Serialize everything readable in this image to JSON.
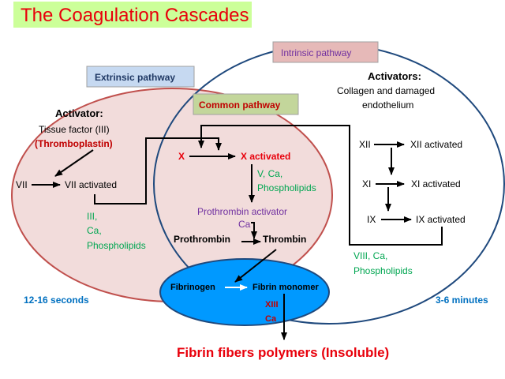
{
  "title": "The Coagulation Cascades",
  "pathways": {
    "extrinsic": "Extrinsic pathway",
    "intrinsic": "Intrinsic pathway",
    "common": "Common pathway"
  },
  "extrinsic": {
    "activator_heading": "Activator:",
    "activator_line1": "Tissue factor (III)",
    "activator_line2": "(Thromboplastin)",
    "factor": "VII",
    "factor_activated": "VII activated",
    "cofactor_1": "III,",
    "cofactor_2": "Ca,",
    "cofactor_3": "Phospholipids",
    "time": "12-16 seconds"
  },
  "intrinsic": {
    "activators_heading": "Activators:",
    "activators_line1": "Collagen and damaged",
    "activators_line2": "endothelium",
    "xii": "XII",
    "xii_activated": "XII activated",
    "xi": "XI",
    "xi_activated": "XI activated",
    "ix": "IX",
    "ix_activated": "IX activated",
    "cofactor_1": "VIII, Ca,",
    "cofactor_2": "Phospholipids",
    "time": "3-6 minutes"
  },
  "common": {
    "x": "X",
    "x_activated": "X activated",
    "cofactor_1": "V, Ca,",
    "cofactor_2": "Phospholipids",
    "prothrombin_activator": "Prothrombin activator",
    "ca": "Ca",
    "prothrombin": "Prothrombin",
    "thrombin": "Thrombin"
  },
  "fibrin": {
    "fibrinogen": "Fibrinogen",
    "fibrin_monomer": "Fibrin monomer",
    "xiii": "XIII",
    "ca": "Ca",
    "polymers": "Fibrin fibers polymers (Insoluble)"
  },
  "colors": {
    "title_red": "#e8000b",
    "title_bg": "#ccff99",
    "extrinsic_fill": "#f2dcdb",
    "extrinsic_stroke": "#c0504d",
    "intrinsic_stroke": "#1f497d",
    "intrinsic_label_bg": "#e6b9b8",
    "label_blue_bg": "#c6d9f1",
    "common_label_bg": "#c3d69b",
    "fibrin_fill": "#0099ff",
    "green_text": "#00a651",
    "purple_text": "#7030a0",
    "time_blue": "#0070c0",
    "dark_red": "#c00000"
  }
}
